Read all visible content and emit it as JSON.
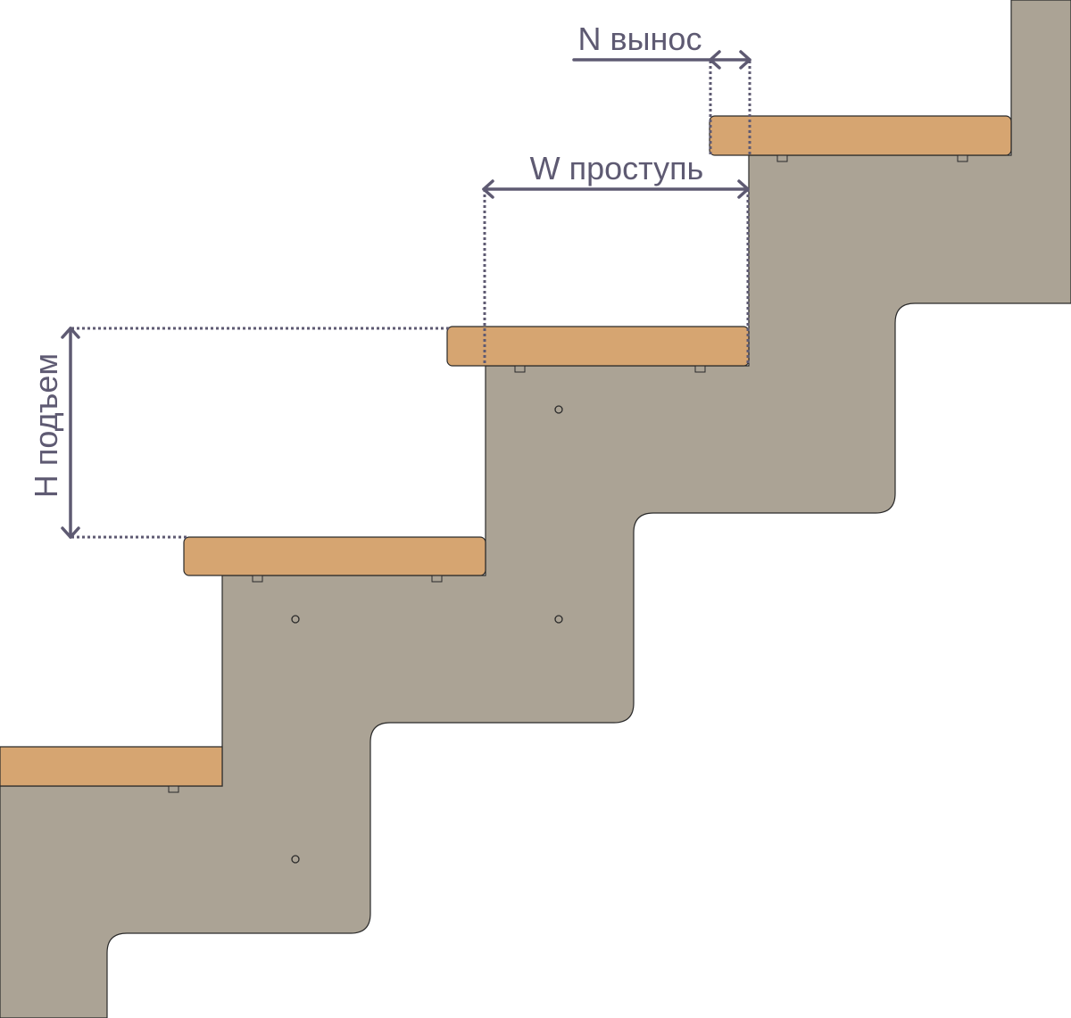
{
  "diagram": {
    "labels": {
      "overhang": "N вынос",
      "tread": "W проступь",
      "rise": "H подъем"
    },
    "colors": {
      "stringer": "#aba395",
      "tread_board": "#d6a571",
      "dimension": "#5e5a72",
      "outline": "#2a2a2a",
      "background": "#ffffff"
    }
  }
}
